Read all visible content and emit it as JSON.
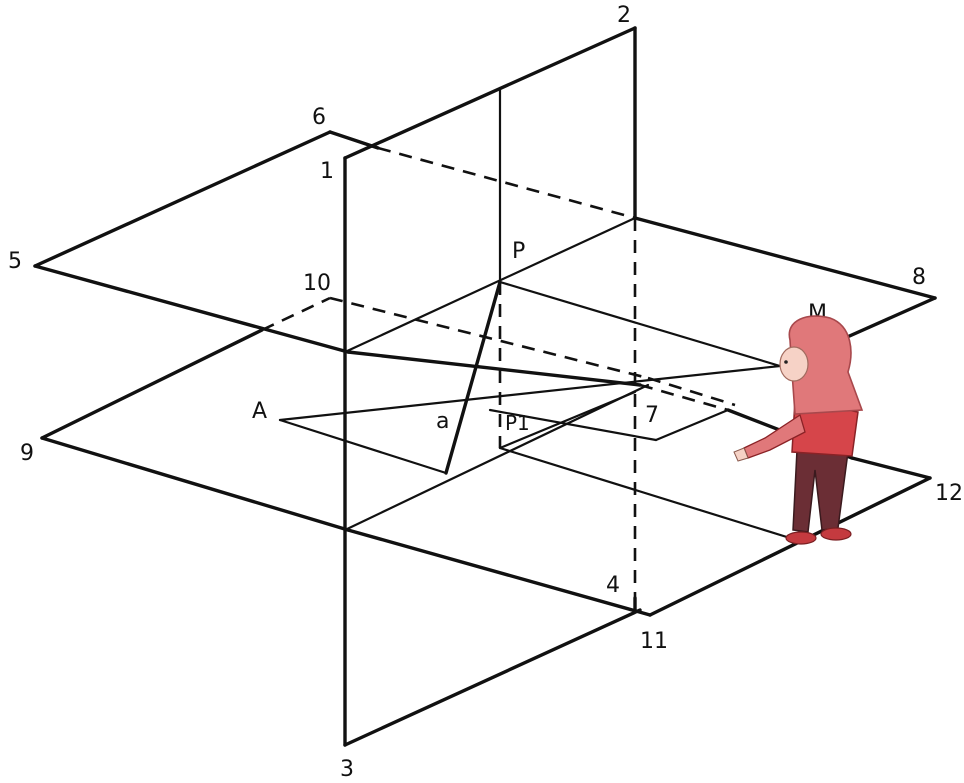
{
  "labels": {
    "n1": "1",
    "n2": "2",
    "n3": "3",
    "n4": "4",
    "n5": "5",
    "n6": "6",
    "n7": "7",
    "n8": "8",
    "n9": "9",
    "n10": "10",
    "n11": "11",
    "n12": "12",
    "P": "P",
    "P1": "P1",
    "A": "A",
    "a": "a",
    "M": "M"
  },
  "colors": {
    "line": "#111111",
    "hood": "#e0787a",
    "hood_dark": "#c4585c",
    "face": "#f6d2c6",
    "shirt": "#d6454a",
    "pants": "#6b2e35",
    "shoes": "#c43a3f"
  }
}
